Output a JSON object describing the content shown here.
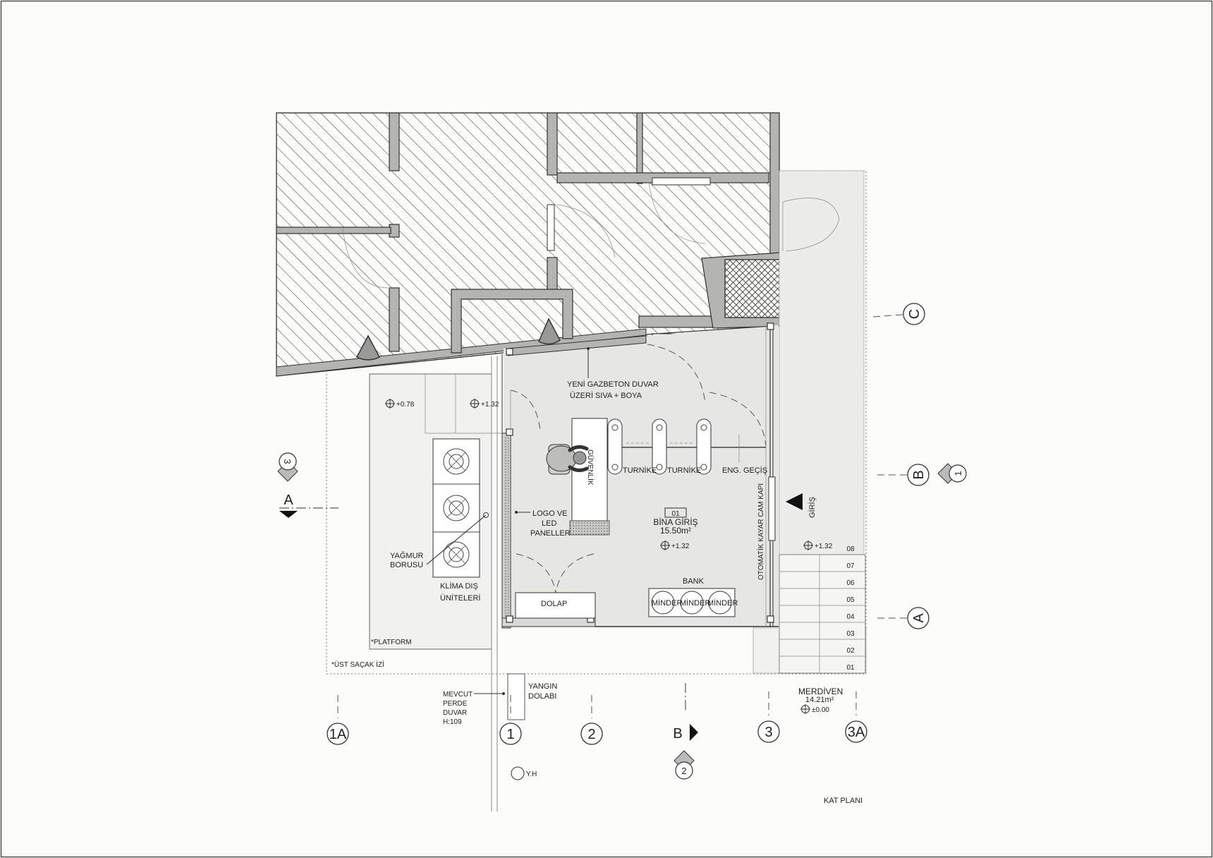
{
  "title": "KAT PLANI",
  "colors": {
    "background": "#fcfcf9",
    "floor": "#e6e6e3",
    "wall": "#b4b4b0",
    "line": "#333333"
  },
  "labels": {
    "wall_note_1": "YENİ GAZBETON DUVAR",
    "wall_note_2": "ÜZERİ SIVA + BOYA",
    "level_078": "+0.78",
    "level_132_a": "+1.32",
    "level_132_b": "+1.32",
    "level_132_c": "+1.32",
    "level_000": "±0.00",
    "guvenlik": "GÜVENLİK",
    "turnike_1": "TURNİKE",
    "turnike_2": "TURNİKE",
    "eng_gecis": "ENG. GEÇİŞ",
    "logo_1": "LOGO VE",
    "logo_2": "LED",
    "logo_3": "PANELLER",
    "room_no": "01",
    "room_name": "BİNA GİRİŞ",
    "room_area": "15.50m²",
    "sliding_door": "OTOMATİK KAYAR CAM  KAPI",
    "giris": "GİRİŞ",
    "bank": "BANK",
    "minder_1": "MİNDER",
    "minder_2": "MİNDER",
    "minder_3": "MİNDER",
    "dolap": "DOLAP",
    "yagmur_1": "YAĞMUR",
    "yagmur_2": "BORUSU",
    "klima_1": "KLİMA DIŞ",
    "klima_2": "ÜNİTELERİ",
    "platform": "*PLATFORM",
    "ust_sacak": "*ÜST SAÇAK İZİ",
    "mevcut_1": "MEVCUT",
    "mevcut_2": "PERDE",
    "mevcut_3": "DUVAR",
    "mevcut_4": "H:109",
    "yangin_1": "YANGIN",
    "yangin_2": "DOLABI",
    "merdiven": "MERDİVEN",
    "merdiven_area": "14.21m²",
    "yh": "Y.H"
  },
  "stair_steps": [
    "08",
    "07",
    "06",
    "05",
    "04",
    "03",
    "02",
    "01"
  ],
  "grid": {
    "vertical": [
      "1A",
      "1",
      "2",
      "3",
      "3A"
    ],
    "horizontal": [
      "C",
      "B",
      "A"
    ]
  },
  "sections": {
    "a": "A",
    "b": "B",
    "s1": "1",
    "s2": "2",
    "s3": "3"
  }
}
